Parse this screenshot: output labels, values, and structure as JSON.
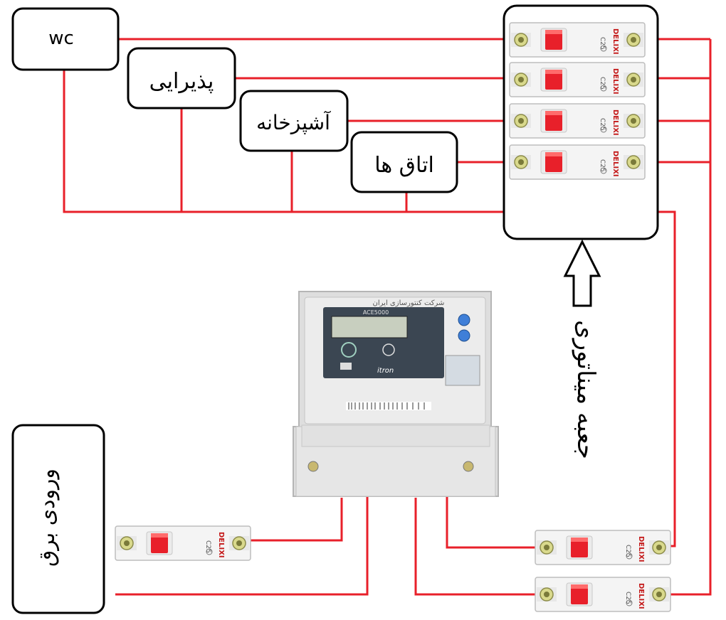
{
  "labels": {
    "wc": "wc",
    "reception": "پذیرایی",
    "kitchen": "آشپزخانه",
    "rooms": "اتاق ها",
    "mcb_box": "جعبه میناتوری",
    "power_input": "ورودی برق"
  },
  "breaker": {
    "brand": "DELIXI",
    "rating": "C25"
  },
  "meter": {
    "company": "شرکت کنتورسازی ایران",
    "model": "ACE5000",
    "brand": "itron"
  },
  "colors": {
    "wire": "#e8202a",
    "box_stroke": "#000000",
    "breaker_handle": "#e8202a",
    "meter_body": "#dcdcdc",
    "meter_panel": "#3b4652"
  }
}
